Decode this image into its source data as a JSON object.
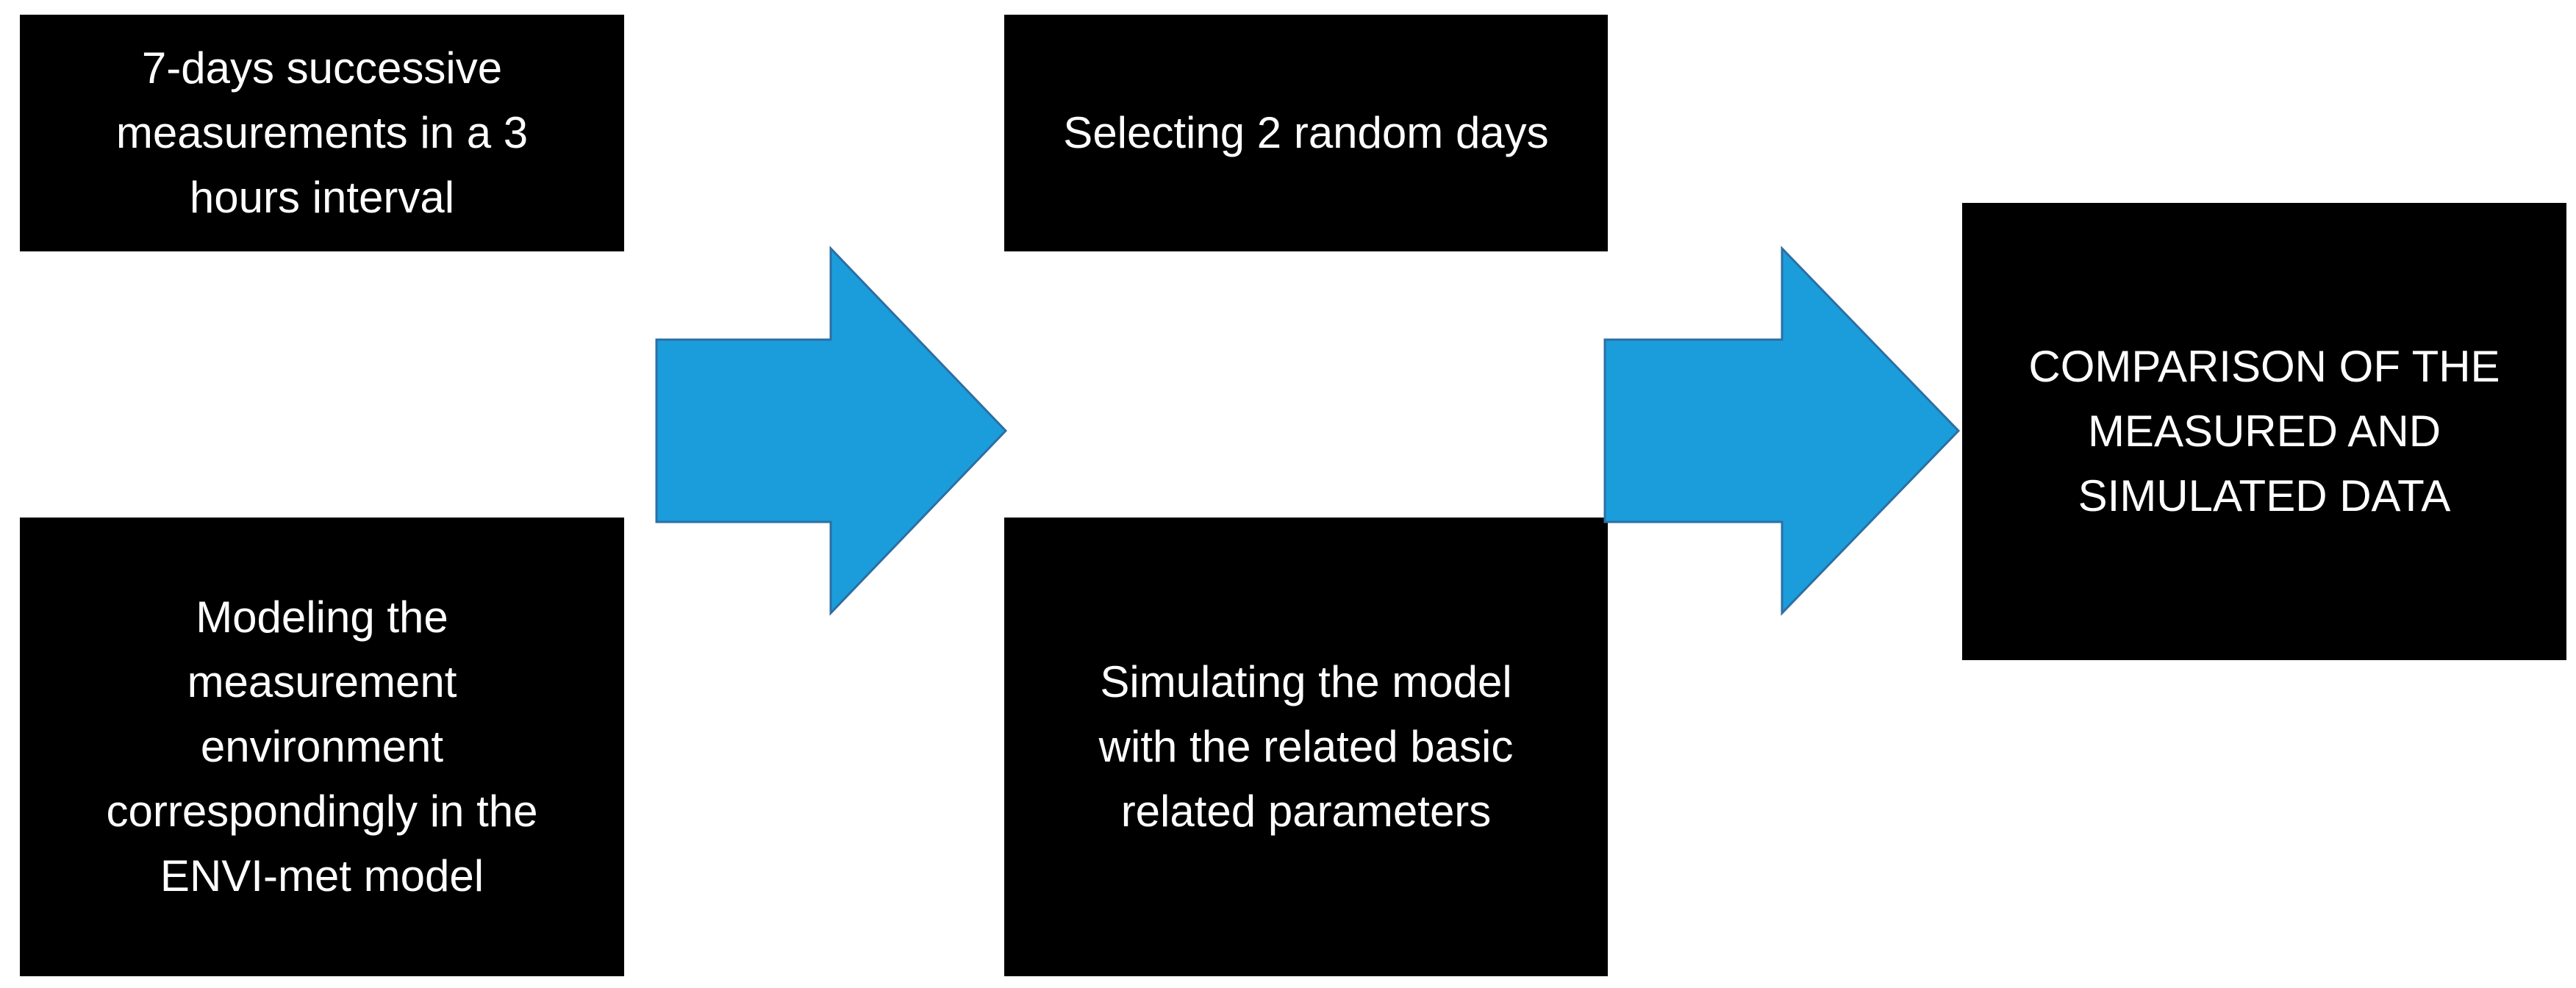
{
  "boxes": {
    "measurements": "7-days successive\nmeasurements in a 3\nhours interval",
    "modeling": "Modeling the\nmeasurement\nenvironment\ncorrespondingly in the\nENVI-met model",
    "selecting": "Selecting 2 random days",
    "simulating": "Simulating the model\nwith the related basic\nrelated parameters",
    "comparison": "COMPARISON OF THE\nMEASURED AND\nSIMULATED DATA"
  },
  "colors": {
    "box_fill": "#000000",
    "box_text": "#ffffff",
    "arrow_fill": "#1b9ddb",
    "arrow_stroke": "#2c6fa3"
  }
}
